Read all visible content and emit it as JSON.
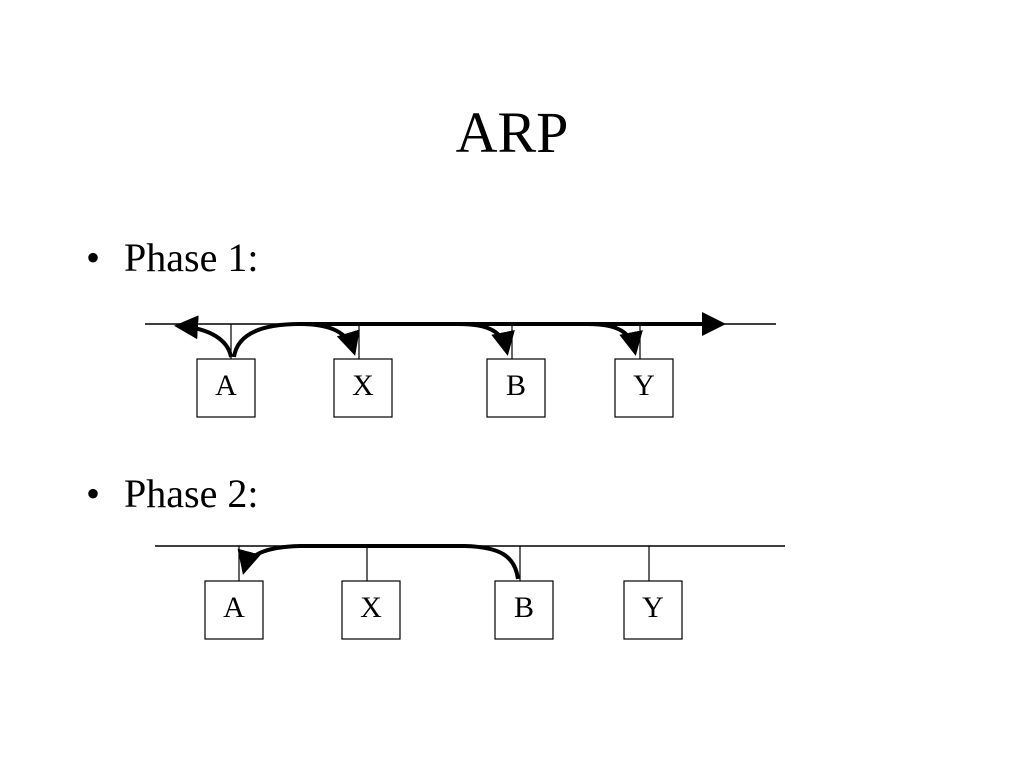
{
  "slide": {
    "title": "ARP"
  },
  "phases": [
    {
      "bullet": "•",
      "label": "Phase 1:",
      "nodes": [
        "A",
        "X",
        "B",
        "Y"
      ]
    },
    {
      "bullet": "•",
      "label": "Phase 2:",
      "nodes": [
        "A",
        "X",
        "B",
        "Y"
      ]
    }
  ]
}
